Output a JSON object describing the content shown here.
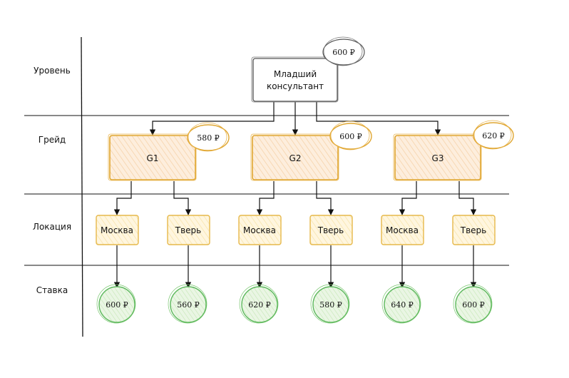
{
  "rows": [
    {
      "id": "level",
      "label": "Уровень"
    },
    {
      "id": "grade",
      "label": "Грейд"
    },
    {
      "id": "location",
      "label": "Локация"
    },
    {
      "id": "rate",
      "label": "Ставка"
    }
  ],
  "root": {
    "line1": "Младший",
    "line2": "консультант",
    "price": "600 ₽"
  },
  "grades": [
    {
      "label": "G1",
      "price": "580 ₽",
      "locations": [
        {
          "label": "Москва",
          "rate": "600 ₽"
        },
        {
          "label": "Тверь",
          "rate": "560 ₽"
        }
      ]
    },
    {
      "label": "G2",
      "price": "600 ₽",
      "locations": [
        {
          "label": "Москва",
          "rate": "620 ₽"
        },
        {
          "label": "Тверь",
          "rate": "580 ₽"
        }
      ]
    },
    {
      "label": "G3",
      "price": "620 ₽",
      "locations": [
        {
          "label": "Москва",
          "rate": "640 ₽"
        },
        {
          "label": "Тверь",
          "rate": "600 ₽"
        }
      ]
    }
  ],
  "colors": {
    "root_stroke": "#555555",
    "grade_stroke": "#e0a630",
    "grade_fill": "#fdeedd",
    "location_stroke": "#e6b84a",
    "location_fill": "#fff6df",
    "rate_stroke": "#5cb85c",
    "rate_fill": "#eaf6e4",
    "line": "#111111"
  }
}
